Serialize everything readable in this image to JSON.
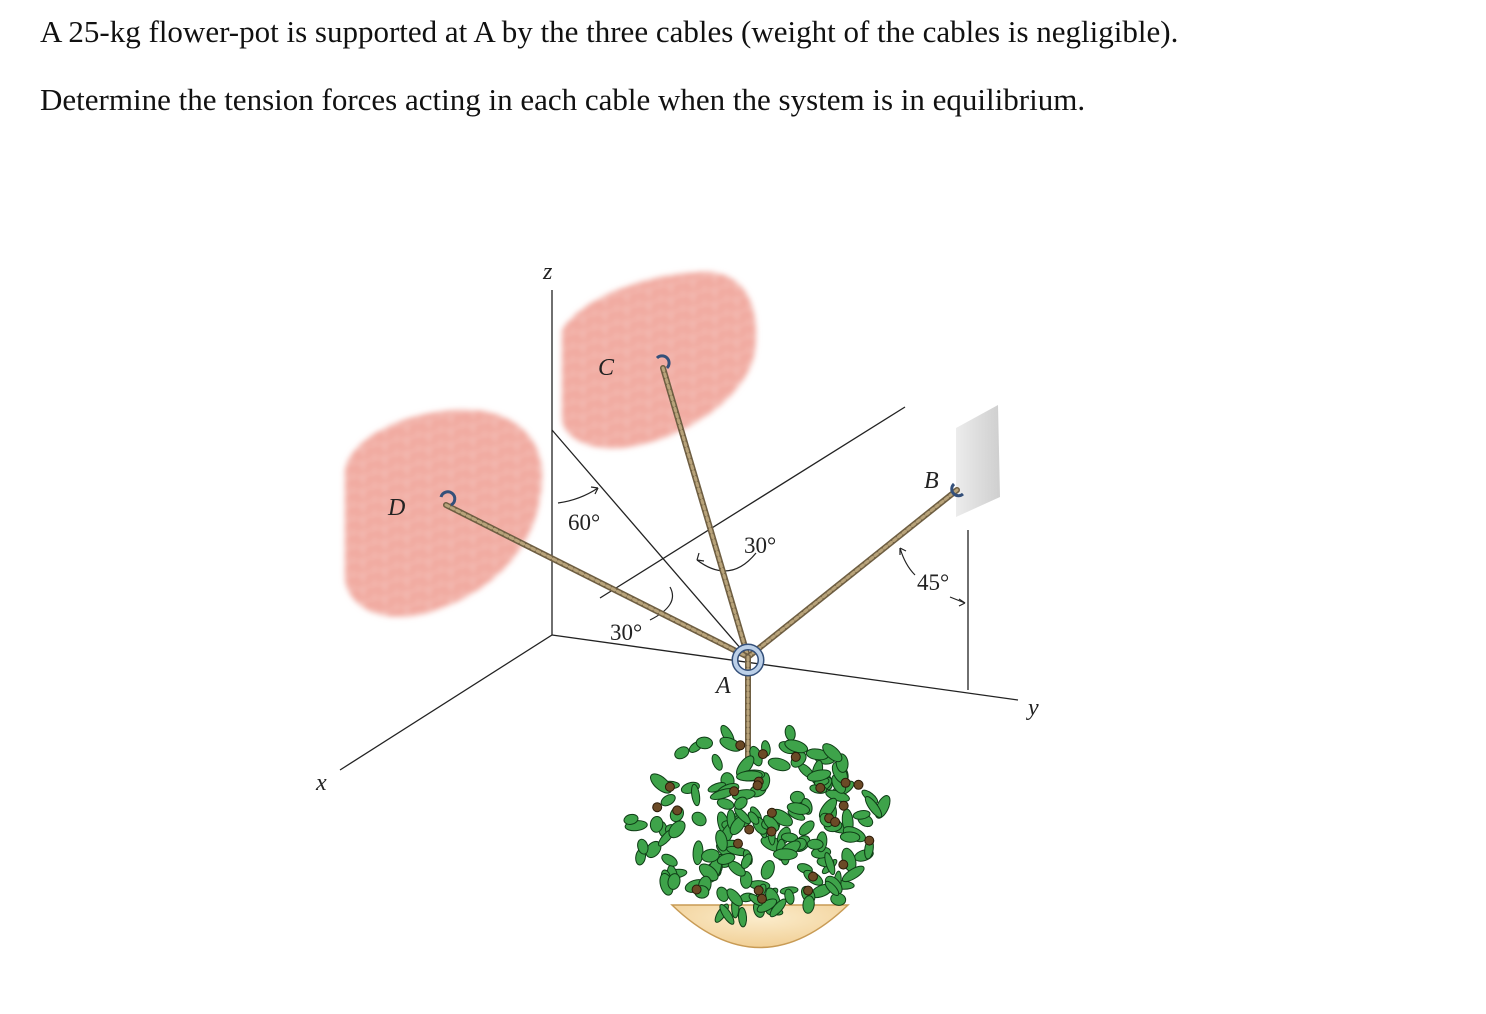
{
  "problem": {
    "line1": "A 25-kg flower-pot is supported at A by the three cables (weight of the cables is negligible).",
    "line2": "Determine the tension forces acting in each cable when the system is in equilibrium."
  },
  "figure": {
    "axis_labels": {
      "x": "x",
      "y": "y",
      "z": "z"
    },
    "point_labels": {
      "A": "A",
      "B": "B",
      "C": "C",
      "D": "D"
    },
    "angles": {
      "zAxis_60": "60°",
      "cableC_30": "30°",
      "cableD_30": "30°",
      "cableB_45": "45°"
    },
    "colors": {
      "brick_wall": "#f0a49a",
      "brick_mortar": "#f8d4ce",
      "gray_wall": "#dcdcdc",
      "rope": "#8b7a5a",
      "ring": "#bcd0e8",
      "leaf": "#3ea34a",
      "pot": "#f5dcb0",
      "flower_center": "#6b4a26"
    }
  }
}
